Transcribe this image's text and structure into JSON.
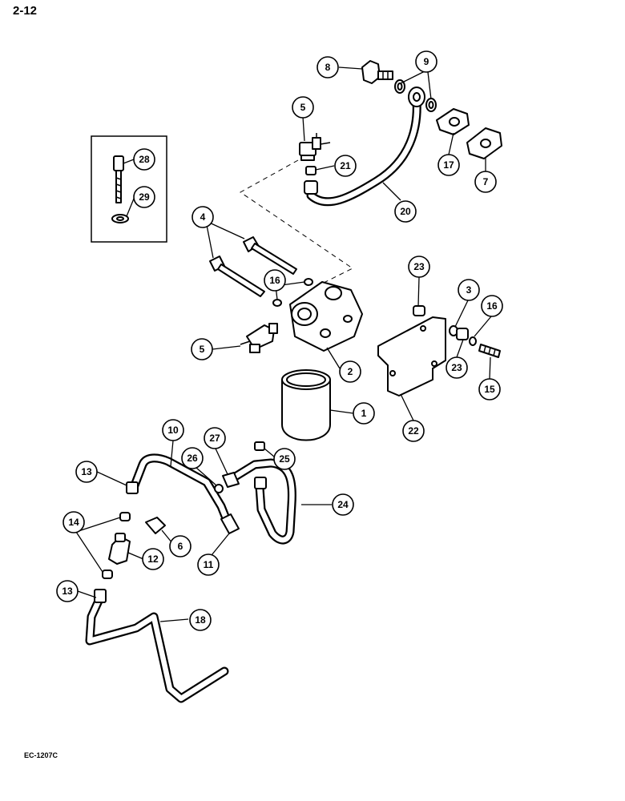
{
  "page_number": "2-12",
  "figure_code": "EC-1207C",
  "callouts": [
    {
      "id": "c8",
      "label": "8"
    },
    {
      "id": "c9",
      "label": "9"
    },
    {
      "id": "c5a",
      "label": "5"
    },
    {
      "id": "c28",
      "label": "28"
    },
    {
      "id": "c29",
      "label": "29"
    },
    {
      "id": "c21",
      "label": "21"
    },
    {
      "id": "c17",
      "label": "17"
    },
    {
      "id": "c7",
      "label": "7"
    },
    {
      "id": "c20",
      "label": "20"
    },
    {
      "id": "c4",
      "label": "4"
    },
    {
      "id": "c23a",
      "label": "23"
    },
    {
      "id": "c16a",
      "label": "16"
    },
    {
      "id": "c3",
      "label": "3"
    },
    {
      "id": "c16b",
      "label": "16"
    },
    {
      "id": "c5b",
      "label": "5"
    },
    {
      "id": "c2",
      "label": "2"
    },
    {
      "id": "c23b",
      "label": "23"
    },
    {
      "id": "c15",
      "label": "15"
    },
    {
      "id": "c1",
      "label": "1"
    },
    {
      "id": "c22",
      "label": "22"
    },
    {
      "id": "c10",
      "label": "10"
    },
    {
      "id": "c27",
      "label": "27"
    },
    {
      "id": "c25",
      "label": "25"
    },
    {
      "id": "c26",
      "label": "26"
    },
    {
      "id": "c13a",
      "label": "13"
    },
    {
      "id": "c24",
      "label": "24"
    },
    {
      "id": "c14",
      "label": "14"
    },
    {
      "id": "c6",
      "label": "6"
    },
    {
      "id": "c12",
      "label": "12"
    },
    {
      "id": "c11",
      "label": "11"
    },
    {
      "id": "c13b",
      "label": "13"
    },
    {
      "id": "c18",
      "label": "18"
    }
  ]
}
